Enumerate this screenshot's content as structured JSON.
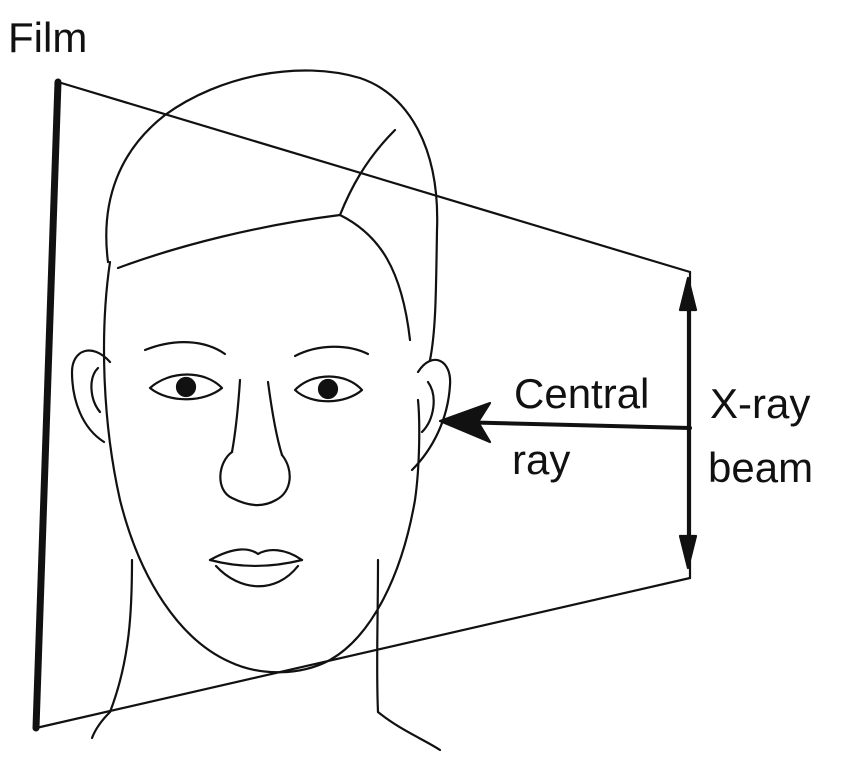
{
  "labels": {
    "film": "Film",
    "central_ray_line1": "Central",
    "central_ray_line2": "ray",
    "xray_beam_line1": "X-ray",
    "xray_beam_line2": "beam"
  }
}
